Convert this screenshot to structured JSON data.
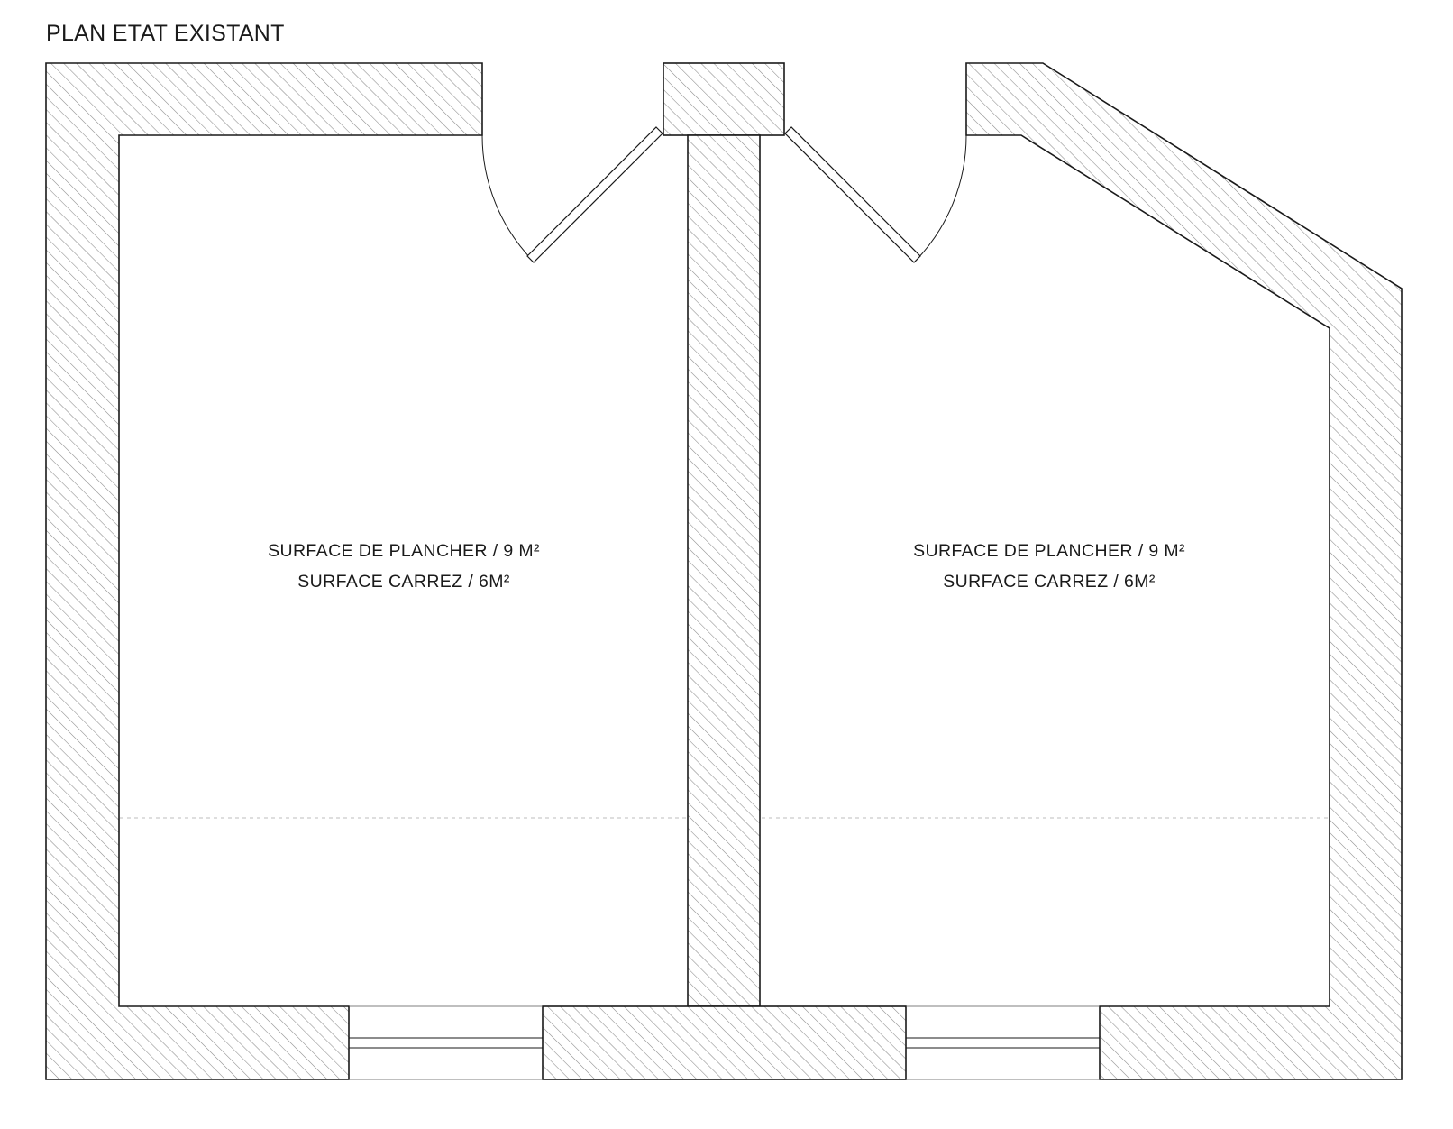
{
  "plan": {
    "title": "PLAN ETAT EXISTANT",
    "rooms": [
      {
        "surface_plancher": "SURFACE DE PLANCHER / 9 M²",
        "surface_carrez": "SURFACE CARREZ / 6M²"
      },
      {
        "surface_plancher": "SURFACE DE PLANCHER / 9 M²",
        "surface_carrez": "SURFACE CARREZ / 6M²"
      }
    ]
  }
}
